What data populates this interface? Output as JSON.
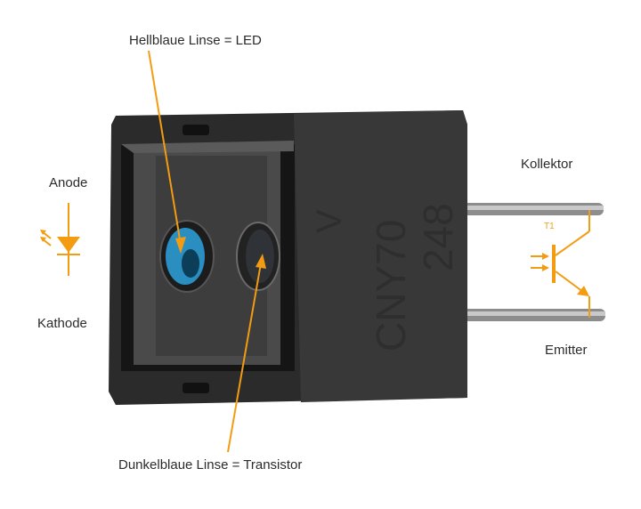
{
  "labels": {
    "led_lens": "Hellblaue Linse = LED",
    "anode": "Anode",
    "cathode": "Kathode",
    "collector": "Kollektor",
    "emitter": "Emitter",
    "transistor_lens": "Dunkelblaue Linse = Transistor"
  },
  "component_marking": {
    "line1": "V",
    "line2": "CNY70",
    "line3": "248"
  },
  "transistor_symbol_label": "T1",
  "colors": {
    "annotation": "#f39c12",
    "housing": "#2a2a2a",
    "pin": "#9a9a9a",
    "led_lens": "#2a8fc0"
  },
  "icons": [
    "led-diode-symbol",
    "phototransistor-symbol"
  ]
}
